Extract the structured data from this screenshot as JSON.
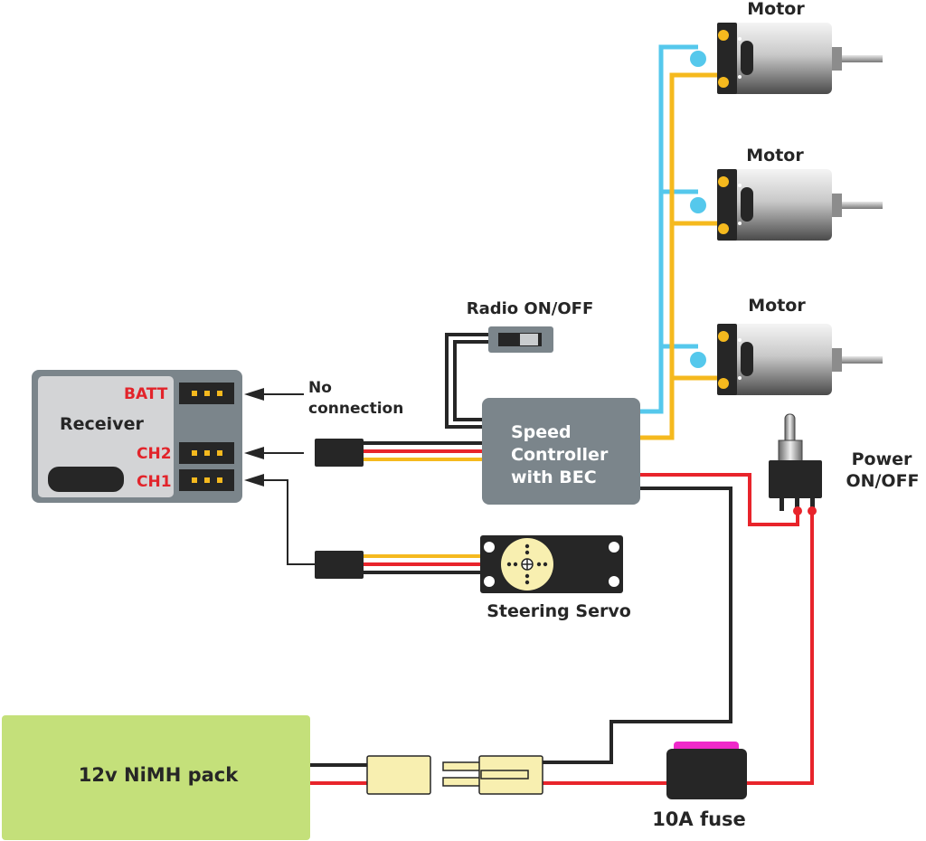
{
  "colors": {
    "black_wire": "#262626",
    "red_wire": "#e8242b",
    "yellow_wire": "#f5b91e",
    "blue_wire": "#55c8ec",
    "device_grey": "#7b858b",
    "receiver_face": "#d3d4d6",
    "battery_green": "#c4e07a",
    "connector_cream": "#f8efb0",
    "fuse_pink": "#ef29c9",
    "label_red": "#e2242b"
  },
  "receiver": {
    "title": "Receiver",
    "ports": {
      "batt": "BATT",
      "ch2": "CH2",
      "ch1": "CH1"
    }
  },
  "no_connection": {
    "line1": "No",
    "line2": "connection"
  },
  "radio_switch": {
    "label": "Radio ON/OFF"
  },
  "speed_controller": {
    "line1": "Speed",
    "line2": "Controller",
    "line3": "with BEC"
  },
  "motors": [
    {
      "label": "Motor"
    },
    {
      "label": "Motor"
    },
    {
      "label": "Motor"
    }
  ],
  "power_switch": {
    "line1": "Power",
    "line2": "ON/OFF"
  },
  "servo": {
    "label": "Steering Servo"
  },
  "battery": {
    "label": "12v NiMH pack"
  },
  "fuse": {
    "label": "10A fuse"
  }
}
